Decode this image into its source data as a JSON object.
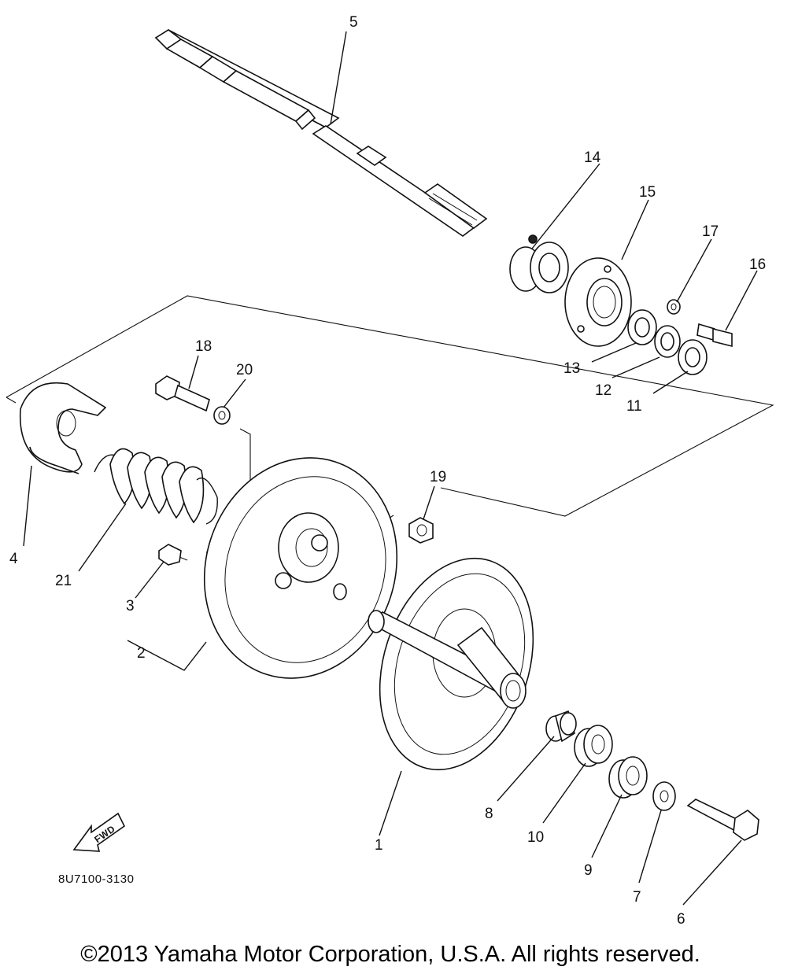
{
  "diagram": {
    "callouts": [
      "1",
      "2",
      "3",
      "4",
      "5",
      "6",
      "7",
      "8",
      "9",
      "10",
      "11",
      "12",
      "13",
      "14",
      "15",
      "16",
      "17",
      "18",
      "19",
      "20",
      "21"
    ],
    "fwd_label": "FWD",
    "drawing_code": "8U7100-3130",
    "copyright": "©2013 Yamaha Motor Corporation, U.S.A. All rights reserved."
  }
}
